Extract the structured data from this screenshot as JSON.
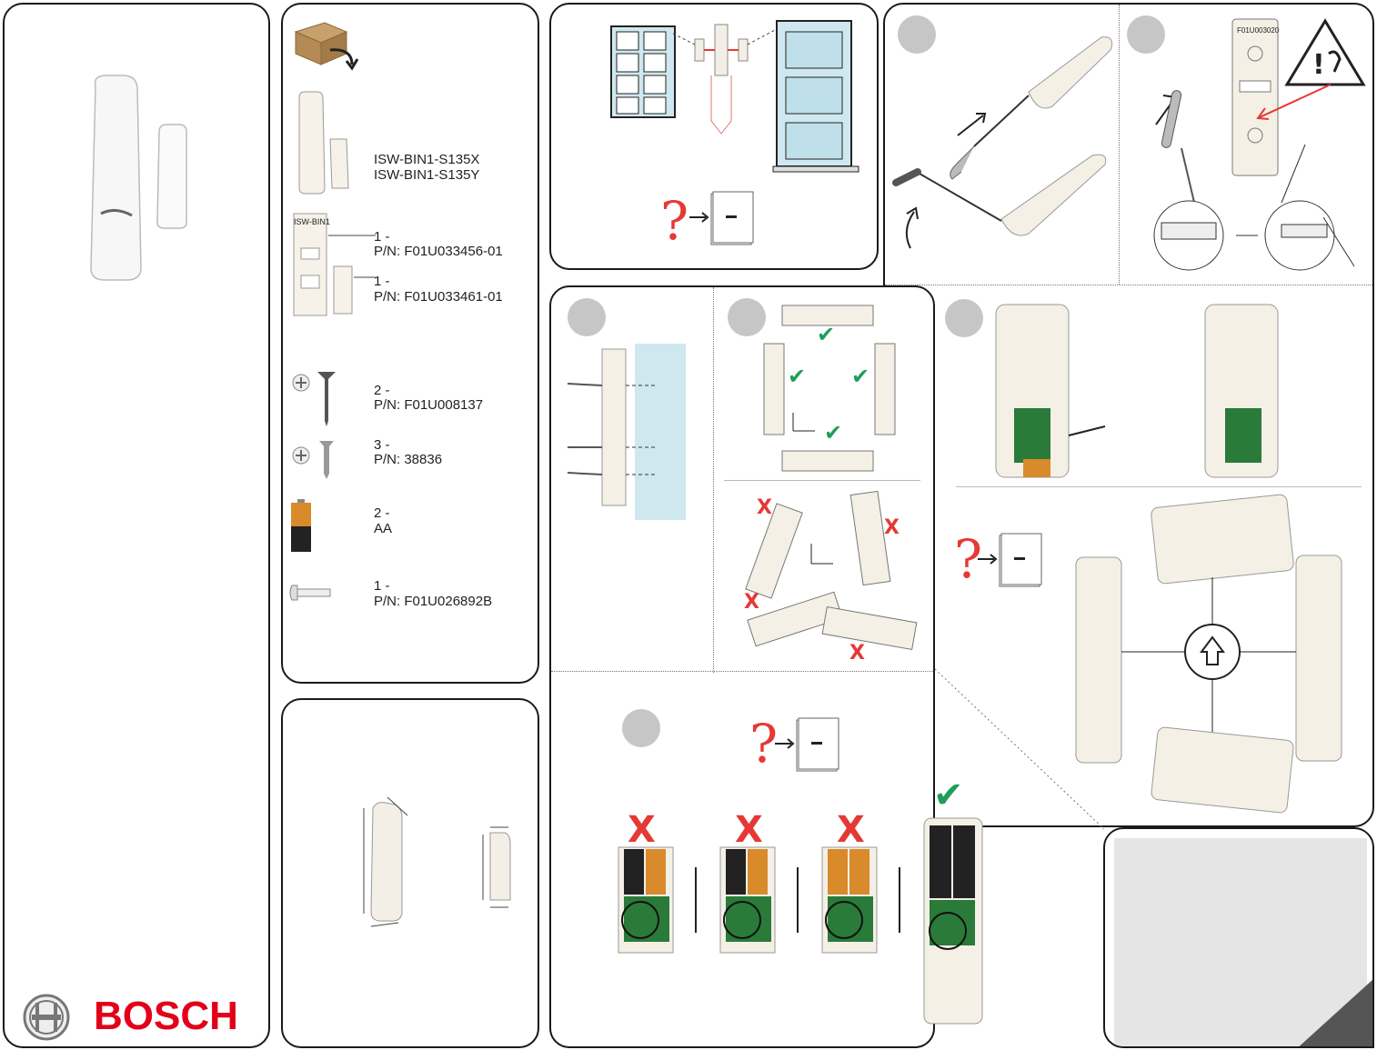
{
  "brand": {
    "name": "BOSCH",
    "logo_icon": "bosch-armature-logo",
    "accent_color": "#e2001a"
  },
  "colors": {
    "error": "#e53935",
    "ok": "#1e9e5a",
    "step_circle": "#c6c6c6",
    "grey_box": "#e5e5e5"
  },
  "parts": {
    "models": [
      "ISW-BIN1-S135X",
      "ISW-BIN1-S135Y"
    ],
    "base_part": {
      "qty": "1 -",
      "pn": "P/N: F01U033456-01",
      "label": "ISW-BIN1"
    },
    "magnet_base_part": {
      "qty": "1 -",
      "pn": "P/N: F01U033461-01"
    },
    "screws_large": {
      "qty": "2 -",
      "pn": "P/N: F01U008137"
    },
    "screws_small": {
      "qty": "3 -",
      "pn": "P/N: 38836"
    },
    "batteries": {
      "qty": "2 -",
      "pn": "AA"
    },
    "anchor": {
      "qty": "1 -",
      "pn": "P/N: F01U026892B"
    }
  },
  "tamper_label": "F01U003020",
  "tamper_label_2": "ISW-BIN1",
  "icons": [
    "open-box-icon",
    "manual-icon",
    "screwdriver-icon",
    "warning-triangle-icon",
    "phillips-head-icon",
    "arrow-up-icon",
    "check-icon",
    "x-icon",
    "question-mark-icon"
  ]
}
